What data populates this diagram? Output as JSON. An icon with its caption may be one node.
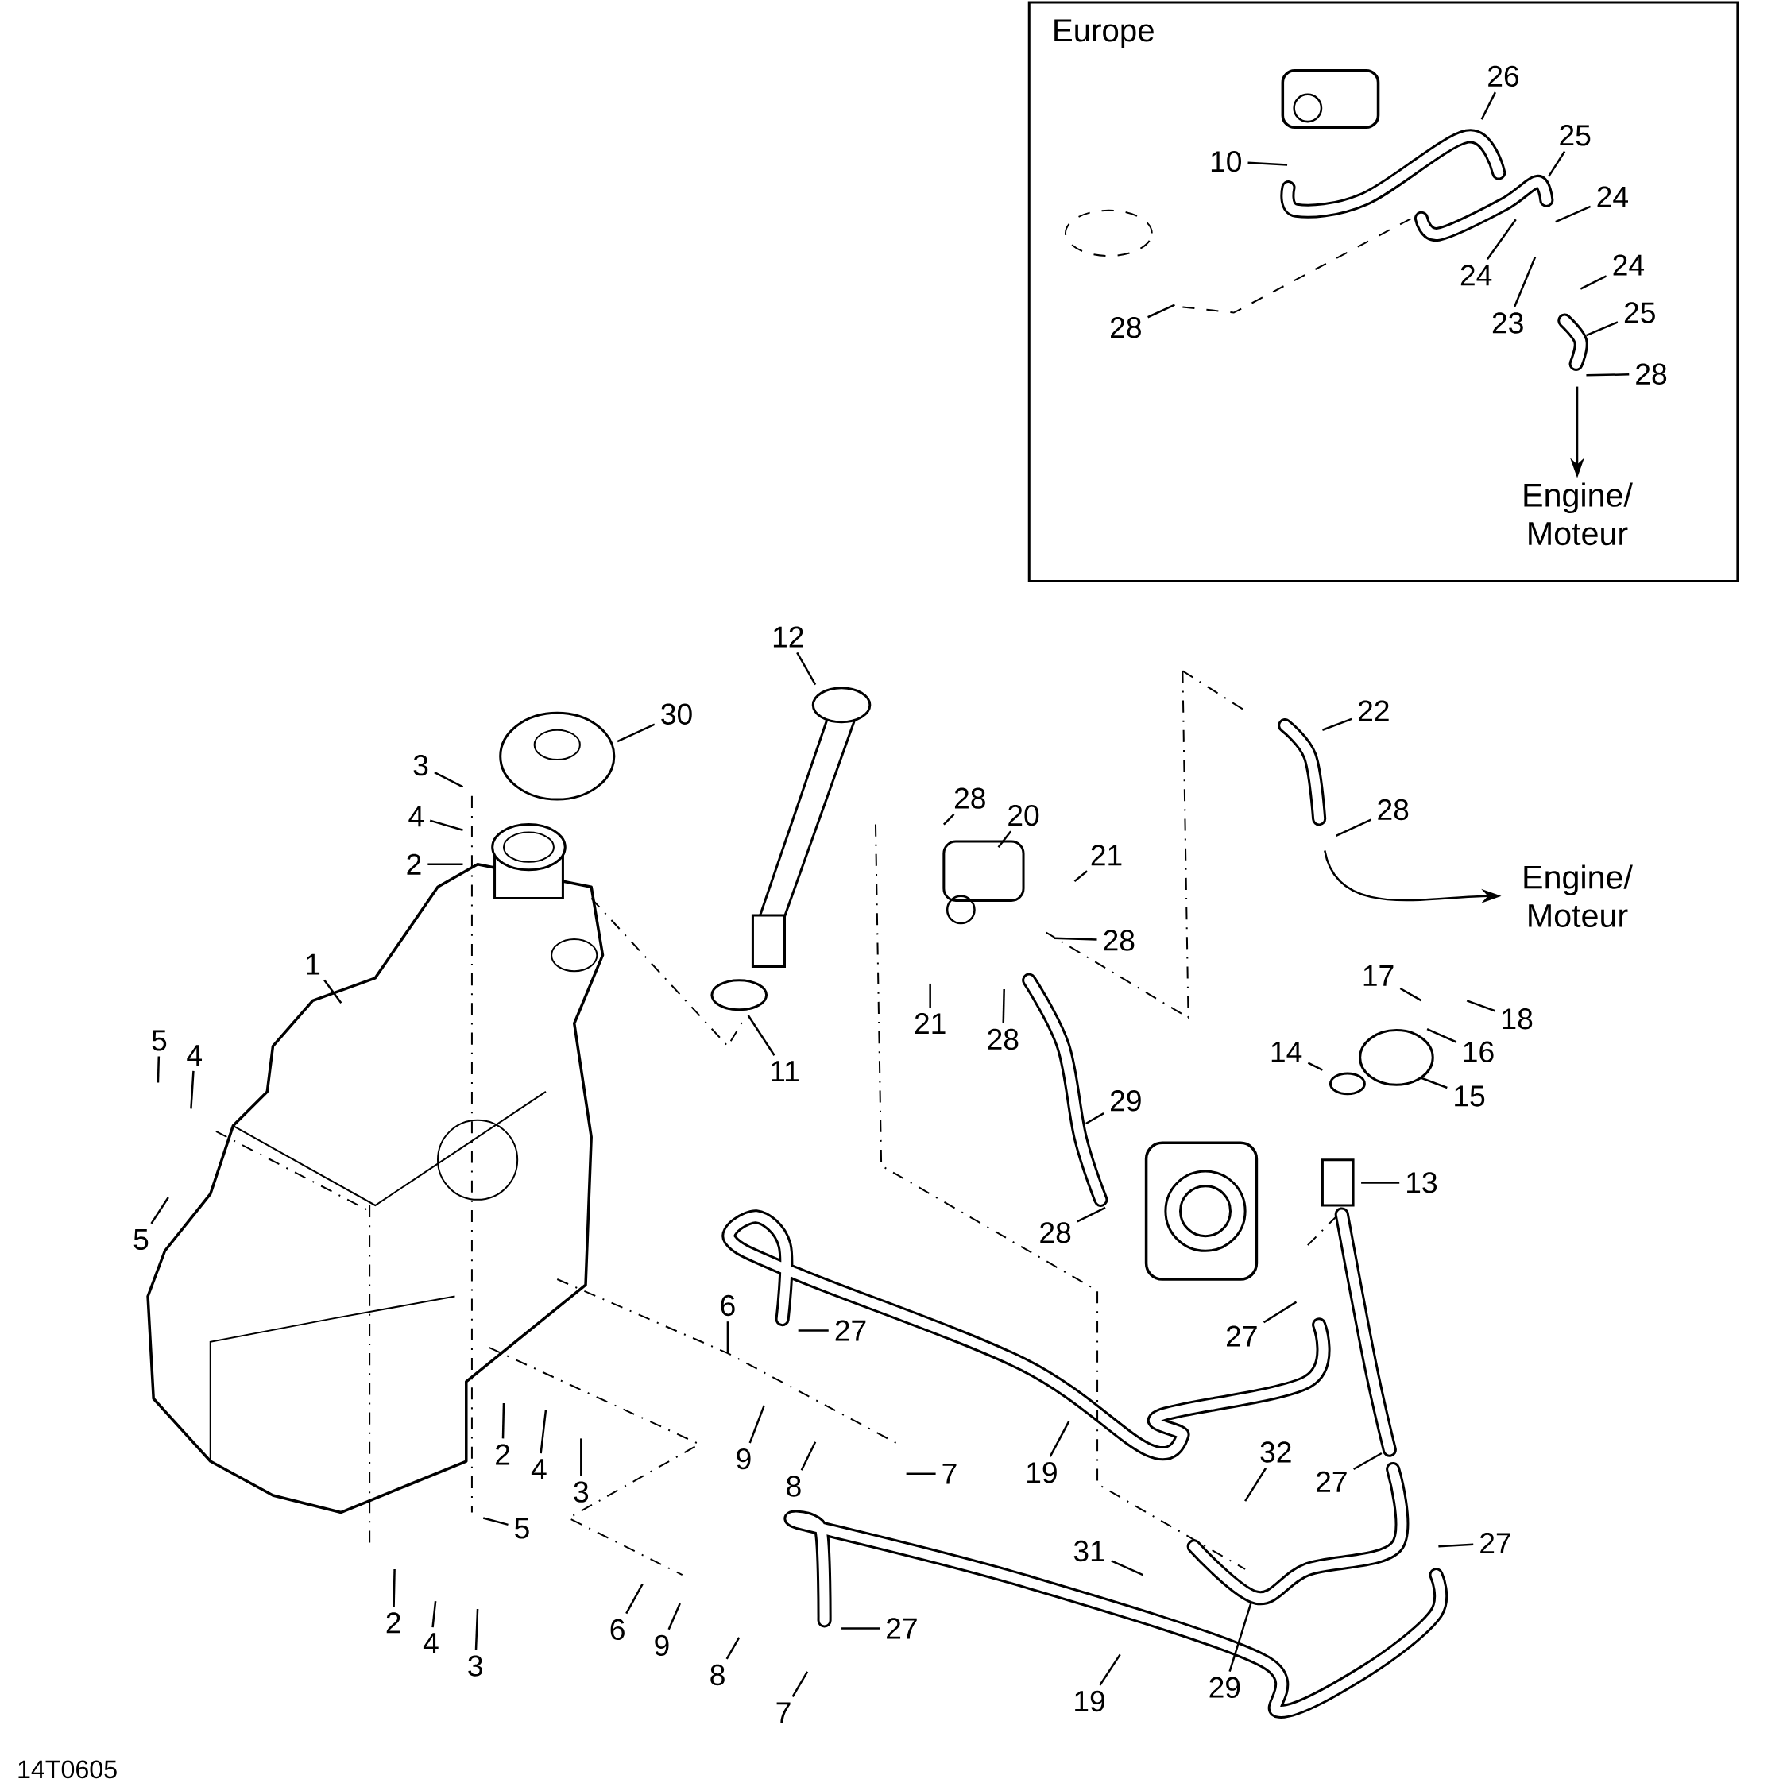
{
  "diagram": {
    "nodes": [
      {
        "text": [
          "Europe"
        ]
      },
      {
        "text": [
          "26"
        ],
        "in": 0
      },
      {
        "text": [
          "25"
        ],
        "in": 0
      },
      {
        "text": [
          "10"
        ],
        "in": 0
      },
      {
        "text": [
          "24"
        ],
        "in": 0
      },
      {
        "text": [
          "24"
        ],
        "in": 0
      },
      {
        "text": [
          "24"
        ],
        "in": 0
      },
      {
        "text": [
          "23"
        ],
        "in": 0
      },
      {
        "text": [
          "25"
        ],
        "in": 0
      },
      {
        "text": [
          "28"
        ],
        "in": 0
      },
      {
        "text": [
          "28"
        ],
        "in": 0
      },
      {
        "text": [
          "Engine/ Moteur"
        ],
        "in": 0
      },
      {
        "text": [
          "12"
        ]
      },
      {
        "text": [
          "30"
        ]
      },
      {
        "text": [
          "3"
        ]
      },
      {
        "text": [
          "4"
        ]
      },
      {
        "text": [
          "2"
        ]
      },
      {
        "text": [
          "28"
        ]
      },
      {
        "text": [
          "20"
        ]
      },
      {
        "text": [
          "22"
        ]
      },
      {
        "text": [
          "21"
        ]
      },
      {
        "text": [
          "28"
        ]
      },
      {
        "text": [
          "Engine/ Moteur"
        ]
      },
      {
        "text": [
          "28"
        ]
      },
      {
        "text": [
          "1"
        ]
      },
      {
        "text": [
          "21"
        ]
      },
      {
        "text": [
          "28"
        ]
      },
      {
        "text": [
          "11"
        ]
      },
      {
        "text": [
          "17"
        ]
      },
      {
        "text": [
          "18"
        ]
      },
      {
        "text": [
          "5"
        ]
      },
      {
        "text": [
          "4"
        ]
      },
      {
        "text": [
          "14"
        ]
      },
      {
        "text": [
          "16"
        ]
      },
      {
        "text": [
          "15"
        ]
      },
      {
        "text": [
          "29"
        ]
      },
      {
        "text": [
          "13"
        ]
      },
      {
        "text": [
          "28"
        ]
      },
      {
        "text": [
          "5"
        ]
      },
      {
        "text": [
          "6"
        ]
      },
      {
        "text": [
          "27"
        ]
      },
      {
        "text": [
          "27"
        ]
      },
      {
        "text": [
          "2"
        ]
      },
      {
        "text": [
          "9"
        ]
      },
      {
        "text": [
          "7"
        ]
      },
      {
        "text": [
          "19"
        ]
      },
      {
        "text": [
          "4"
        ]
      },
      {
        "text": [
          "32"
        ]
      },
      {
        "text": [
          "27"
        ]
      },
      {
        "text": [
          "8"
        ]
      },
      {
        "text": [
          "3"
        ]
      },
      {
        "text": [
          "5"
        ]
      },
      {
        "text": [
          "27"
        ]
      },
      {
        "text": [
          "31"
        ]
      },
      {
        "text": [
          "2"
        ]
      },
      {
        "text": [
          "27"
        ]
      },
      {
        "text": [
          "6"
        ]
      },
      {
        "text": [
          "4"
        ]
      },
      {
        "text": [
          "9"
        ]
      },
      {
        "text": [
          "3"
        ]
      },
      {
        "text": [
          "8"
        ]
      },
      {
        "text": [
          "29"
        ]
      },
      {
        "text": [
          "19"
        ]
      },
      {
        "text": [
          "7"
        ]
      }
    ],
    "edges": [
      {
        "from": 1,
        "to": null,
        "arrow": "none"
      },
      {
        "from": 2,
        "to": null,
        "arrow": "none"
      },
      {
        "from": 3,
        "to": null,
        "arrow": "none"
      },
      {
        "from": 4,
        "to": null,
        "arrow": "none"
      },
      {
        "from": 5,
        "to": null,
        "arrow": "none"
      },
      {
        "from": 6,
        "to": null,
        "arrow": "none"
      },
      {
        "from": 7,
        "to": null,
        "arrow": "none"
      },
      {
        "from": 8,
        "to": null,
        "arrow": "none"
      },
      {
        "from": 9,
        "to": null,
        "arrow": "none"
      },
      {
        "from": 10,
        "to": null,
        "arrow": "none"
      },
      {
        "from": null,
        "to": 11,
        "arrow": "to"
      },
      {
        "from": 12,
        "to": null,
        "arrow": "none"
      },
      {
        "from": 13,
        "to": null,
        "arrow": "none"
      },
      {
        "from": 14,
        "to": null,
        "arrow": "none"
      },
      {
        "from": 15,
        "to": null,
        "arrow": "none"
      },
      {
        "from": 16,
        "to": null,
        "arrow": "none"
      },
      {
        "from": 17,
        "to": null,
        "arrow": "none"
      },
      {
        "from": 18,
        "to": null,
        "arrow": "none"
      },
      {
        "from": 19,
        "to": null,
        "arrow": "none"
      },
      {
        "from": 20,
        "to": null,
        "arrow": "none"
      },
      {
        "from": 21,
        "to": null,
        "arrow": "none"
      },
      {
        "from": null,
        "to": 22,
        "arrow": "to"
      },
      {
        "from": 23,
        "to": null,
        "arrow": "none"
      },
      {
        "from": 24,
        "to": null,
        "arrow": "none"
      },
      {
        "from": 25,
        "to": null,
        "arrow": "none"
      },
      {
        "from": 26,
        "to": null,
        "arrow": "none"
      },
      {
        "from": 27,
        "to": null,
        "arrow": "none"
      },
      {
        "from": 28,
        "to": null,
        "arrow": "none"
      },
      {
        "from": 29,
        "to": null,
        "arrow": "none"
      },
      {
        "from": 30,
        "to": null,
        "arrow": "none"
      },
      {
        "from": 31,
        "to": null,
        "arrow": "none"
      },
      {
        "from": 32,
        "to": null,
        "arrow": "none"
      },
      {
        "from": 33,
        "to": null,
        "arrow": "none"
      },
      {
        "from": 34,
        "to": null,
        "arrow": "none"
      },
      {
        "from": 35,
        "to": null,
        "arrow": "none"
      },
      {
        "from": 36,
        "to": null,
        "arrow": "none"
      },
      {
        "from": 37,
        "to": null,
        "arrow": "none"
      },
      {
        "from": 38,
        "to": null,
        "arrow": "none"
      },
      {
        "from": 39,
        "to": null,
        "arrow": "none"
      },
      {
        "from": 40,
        "to": null,
        "arrow": "none"
      },
      {
        "from": 41,
        "to": null,
        "arrow": "none"
      },
      {
        "from": 42,
        "to": null,
        "arrow": "none"
      },
      {
        "from": 43,
        "to": null,
        "arrow": "none"
      },
      {
        "from": 44,
        "to": null,
        "arrow": "none"
      },
      {
        "from": 45,
        "to": null,
        "arrow": "none"
      },
      {
        "from": 46,
        "to": null,
        "arrow": "none"
      },
      {
        "from": 47,
        "to": null,
        "arrow": "none"
      },
      {
        "from": 48,
        "to": null,
        "arrow": "none"
      },
      {
        "from": 49,
        "to": null,
        "arrow": "none"
      },
      {
        "from": 50,
        "to": null,
        "arrow": "none"
      },
      {
        "from": 51,
        "to": null,
        "arrow": "none"
      },
      {
        "from": 52,
        "to": null,
        "arrow": "none"
      },
      {
        "from": 53,
        "to": null,
        "arrow": "none"
      },
      {
        "from": 54,
        "to": null,
        "arrow": "none"
      },
      {
        "from": 55,
        "to": null,
        "arrow": "none"
      },
      {
        "from": 56,
        "to": null,
        "arrow": "none"
      },
      {
        "from": 57,
        "to": null,
        "arrow": "none"
      },
      {
        "from": 58,
        "to": null,
        "arrow": "none"
      },
      {
        "from": 59,
        "to": null,
        "arrow": "none"
      },
      {
        "from": 60,
        "to": null,
        "arrow": "none"
      },
      {
        "from": 61,
        "to": null,
        "arrow": "none"
      },
      {
        "from": 62,
        "to": null,
        "arrow": "none"
      },
      {
        "from": 63,
        "to": null,
        "arrow": "none"
      }
    ],
    "labels": [
      "14T0605"
    ]
  }
}
